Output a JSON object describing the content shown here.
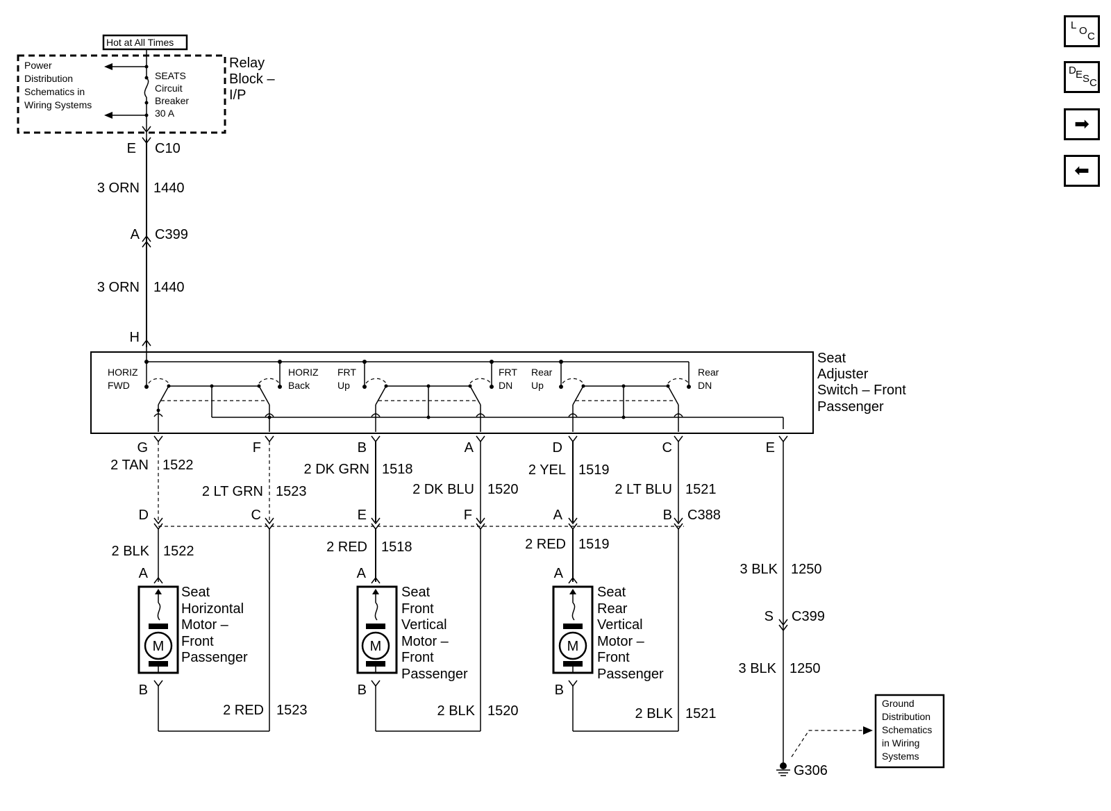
{
  "power": {
    "hot_label": "Hot at All Times",
    "dist_line1": "Power",
    "dist_line2": "Distribution",
    "dist_line3": "Schematics in",
    "dist_line4": "Wiring Systems",
    "breaker_line1": "SEATS",
    "breaker_line2": "Circuit",
    "breaker_line3": "Breaker",
    "breaker_line4": "30 A",
    "relay_line1": "Relay",
    "relay_line2": "Block –",
    "relay_line3": "I/P"
  },
  "feed": {
    "c10_pin": "E",
    "c10": "C10",
    "wire1_color": "3 ORN",
    "wire1_circuit": "1440",
    "c399_pin": "A",
    "c399": "C399",
    "wire2_color": "3 ORN",
    "wire2_circuit": "1440",
    "h_pin": "H"
  },
  "switch": {
    "title_line1": "Seat",
    "title_line2": "Adjuster",
    "title_line3": "Switch – Front",
    "title_line4": "Passenger",
    "horiz_fwd1": "HORIZ",
    "horiz_fwd2": "FWD",
    "horiz_back1": "HORIZ",
    "horiz_back2": "Back",
    "frt_up1": "FRT",
    "frt_up2": "Up",
    "frt_dn1": "FRT",
    "frt_dn2": "DN",
    "rear_up1": "Rear",
    "rear_up2": "Up",
    "rear_dn1": "Rear",
    "rear_dn2": "DN"
  },
  "pins": {
    "g": "G",
    "f": "F",
    "b": "B",
    "a": "A",
    "d": "D",
    "c": "C",
    "e": "E"
  },
  "wires": {
    "w1522_color": "2 TAN",
    "w1522": "1522",
    "w1523_color": "2 LT GRN",
    "w1523": "1523",
    "w1518_color": "2 DK GRN",
    "w1518": "1518",
    "w1520_color": "2 DK BLU",
    "w1520": "1520",
    "w1519_color": "2 YEL",
    "w1519": "1519",
    "w1521_color": "2 LT BLU",
    "w1521": "1521"
  },
  "c388": {
    "d": "D",
    "c": "C",
    "e": "E",
    "f": "F",
    "a": "A",
    "b": "B",
    "name": "C388"
  },
  "lower_wires": {
    "l1522_color": "2 BLK",
    "l1522": "1522",
    "l1518_color": "2 RED",
    "l1518": "1518",
    "l1519_color": "2 RED",
    "l1519": "1519",
    "r1523_color": "2 RED",
    "r1523": "1523",
    "r1520_color": "2 BLK",
    "r1520": "1520",
    "r1521_color": "2 BLK",
    "r1521": "1521"
  },
  "motors": {
    "pin_a": "A",
    "pin_b": "B",
    "m": "M",
    "horiz": [
      "Seat",
      "Horizontal",
      "Motor –",
      "Front",
      "Passenger"
    ],
    "front": [
      "Seat",
      "Front",
      "Vertical",
      "Motor –",
      "Front",
      "Passenger"
    ],
    "rear": [
      "Seat",
      "Rear",
      "Vertical",
      "Motor –",
      "Front",
      "Passenger"
    ]
  },
  "ground": {
    "g1_color": "3 BLK",
    "g1_circuit": "1250",
    "s_pin": "S",
    "c399": "C399",
    "g2_color": "3 BLK",
    "g2_circuit": "1250",
    "g306": "G306",
    "dist_line1": "Ground",
    "dist_line2": "Distribution",
    "dist_line3": "Schematics",
    "dist_line4": "in Wiring",
    "dist_line5": "Systems"
  },
  "nav": {
    "loc": [
      "L",
      "O",
      "C"
    ],
    "desc": [
      "D",
      "E",
      "S",
      "C"
    ],
    "next_icon": "➡",
    "prev_icon": "⬅"
  }
}
